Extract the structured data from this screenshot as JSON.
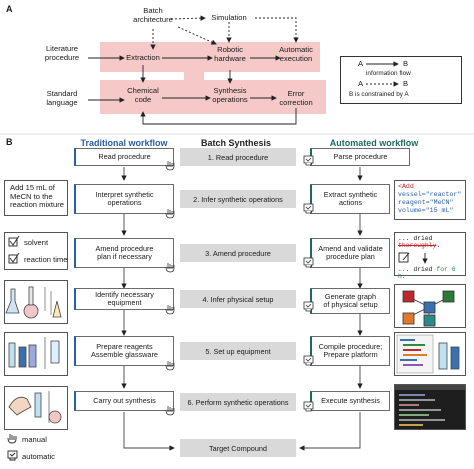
{
  "panel_a": {
    "label": "A",
    "top": {
      "batch_architecture": "Batch\narchitecture",
      "simulation": "Simulation"
    },
    "left": {
      "literature_procedure": "Literature\nprocedure",
      "standard_language": "Standard\nlanguage"
    },
    "nodes": {
      "extraction": "Extraction",
      "robotic_hardware": "Robotic\nhardware",
      "automatic_execution": "Automatic\nexecution",
      "chemical_code": "Chemical\ncode",
      "synthesis_operations": "Synthesis\noperations",
      "error_correction": "Error\ncorrection"
    },
    "legend": {
      "a1": "A",
      "b1": "B",
      "flow": "information flow",
      "a2": "A",
      "b2": "B",
      "constrained": "B is constrained by A"
    }
  },
  "panel_b": {
    "label": "B",
    "headers": {
      "traditional": "Traditional workflow",
      "batch": "Batch Synthesis",
      "automated": "Automated workflow"
    },
    "traditional_steps": [
      "Read procedure",
      "Interpret synthetic\noperations",
      "Amend procedure\nplan if necessary",
      "Identify necessary\nequipment",
      "Prepare reagents\nAssemble glassware",
      "Carry out synthesis"
    ],
    "batch_steps": [
      "1. Read procedure",
      "2. Infer synthetic operations",
      "3. Amend procedure",
      "4. Infer physical setup",
      "5. Set up equipment",
      "6. Perform synthetic operations"
    ],
    "automated_steps": [
      "Parse procedure",
      "Extract synthetic\nactions",
      "Amend and validate\nprocedure plan",
      "Generate graph\nof physical setup",
      "Compile procedure;\nPrepare platform",
      "Execute synthesis"
    ],
    "target": "Target Compound",
    "left_text": "Add 15 mL of\nMeCN to the\nreaction mixture",
    "checklist": {
      "solvent": "solvent",
      "reaction_time": "reaction time"
    },
    "code_add": {
      "line1": "<Add",
      "line2": "vessel=\"reactor\"",
      "line3": "reagent=\"MeCN\"",
      "line4": "volume=\"15 mL\"",
      "line5": "/>"
    },
    "code_amend": {
      "prefix1": "... dried ",
      "strike": "thoroughly",
      "suffix1": ".",
      "prefix2": "... dried ",
      "insert": "for 6 h",
      "suffix2": "."
    },
    "legend": {
      "manual": "manual",
      "automatic": "automatic"
    },
    "colors": {
      "traditional": "#2a5ea8",
      "automated": "#1d6b5f",
      "pink": "#f6c9c9",
      "gray": "#d9d9d9"
    }
  }
}
